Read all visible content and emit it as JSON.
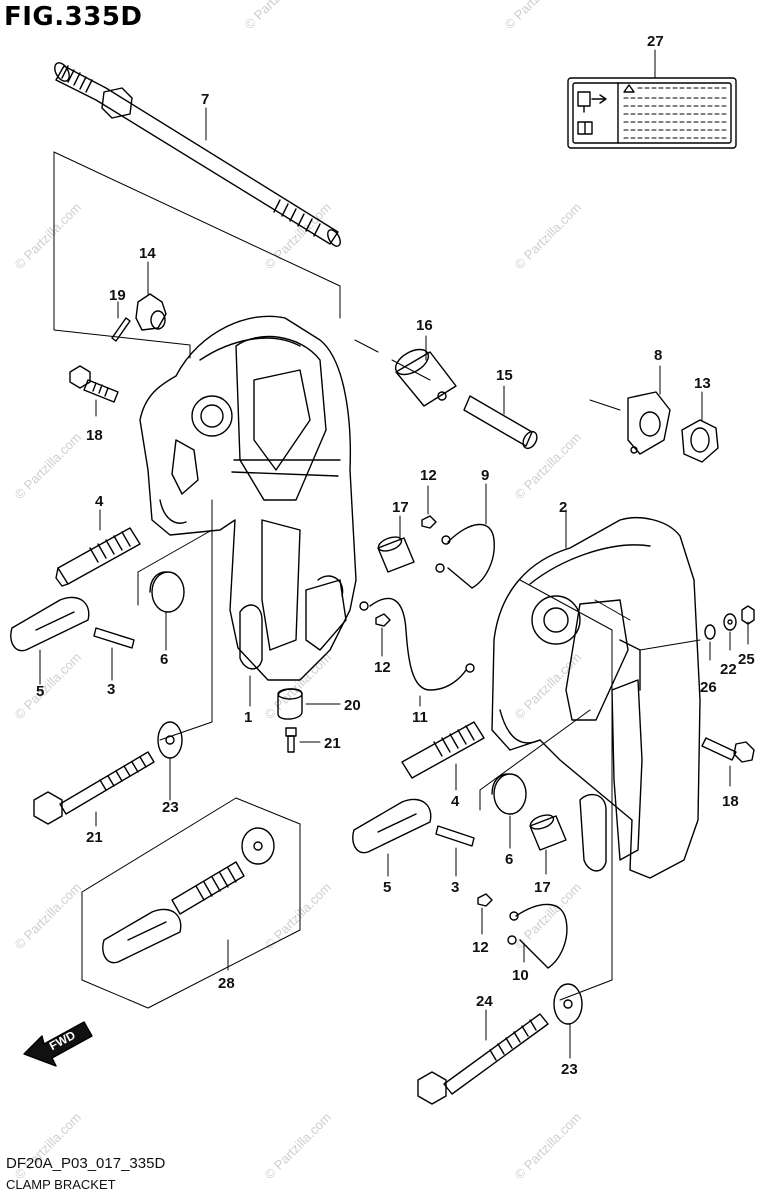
{
  "figure": {
    "title": "FIG.335D",
    "drawing_code": "DF20A_P03_017_335D",
    "caption": "CLAMP BRACKET"
  },
  "watermark": "© Partzilla.com",
  "fwd_label": "FWD",
  "callouts": [
    "27",
    "7",
    "14",
    "19",
    "16",
    "15",
    "8",
    "13",
    "18",
    "12",
    "9",
    "4",
    "17",
    "2",
    "6",
    "5",
    "3",
    "12",
    "11",
    "1",
    "20",
    "21",
    "26",
    "22",
    "25",
    "23",
    "21",
    "4",
    "18",
    "6",
    "5",
    "3",
    "17",
    "12",
    "10",
    "28",
    "24",
    "23"
  ]
}
